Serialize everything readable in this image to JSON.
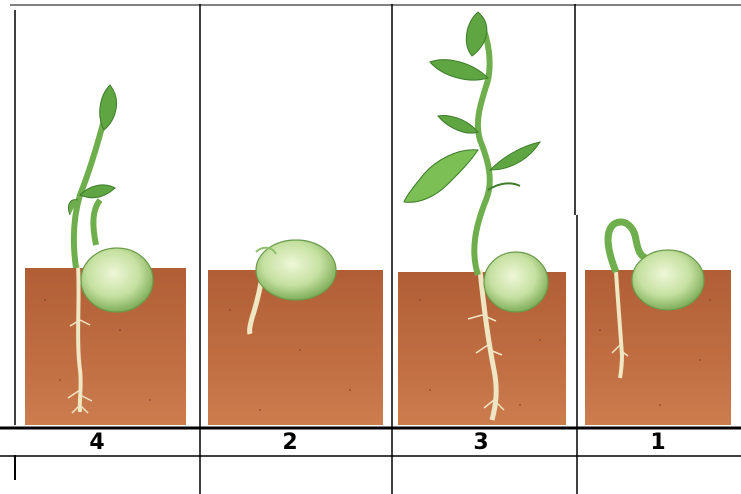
{
  "panels": [
    {
      "label": "4"
    },
    {
      "label": "2"
    },
    {
      "label": "3"
    },
    {
      "label": "1"
    }
  ],
  "colors": {
    "soil": "#b8653a",
    "soil_dark": "#8a4424",
    "seed": "#cfe6a8",
    "seed_dark": "#8fbf6a",
    "stem": "#7cb85a",
    "leaf": "#5fa542",
    "leaf_dark": "#3d7d2a",
    "root": "#efe6c4",
    "grid": "#000000"
  }
}
